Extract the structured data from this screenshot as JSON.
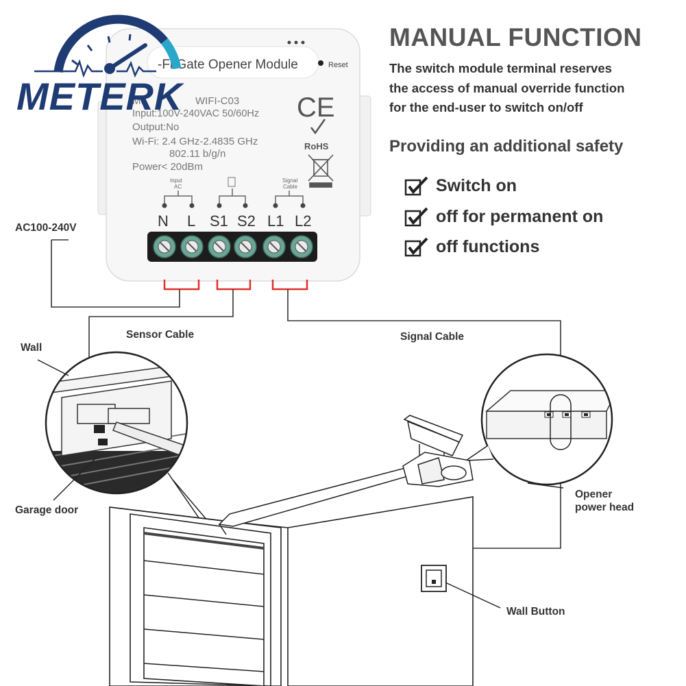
{
  "brand": {
    "name": "METERK"
  },
  "module": {
    "title": "-Fi Gate Opener Module",
    "reset_label": "Reset",
    "model_label": "Mo",
    "model_value": "WIFI-C03",
    "input_line": "Input:100V-240VAC 50/60Hz",
    "output_line": "Output:No",
    "wifi_line": "Wi-Fi: 2.4 GHz-2.4835 GHz",
    "wifi_line2": "802.11 b/g/n",
    "power_line": "Power< 20dBm",
    "ce_mark": "CE",
    "rohs_mark": "RoHS",
    "group_input": "Input",
    "group_input2": "AC",
    "group_signal": "Signal",
    "group_signal2": "Cable",
    "terminals": [
      "N",
      "L",
      "S1",
      "S2",
      "L1",
      "L2"
    ]
  },
  "heading": {
    "title": "MANUAL FUNCTION",
    "desc_lines": [
      "The switch module terminal reserves",
      "the access of manual override function",
      "for the end-user to switch on/off"
    ],
    "subtitle": "Providing an additional safety",
    "features": [
      "Switch on",
      "off for permanent on",
      "off functions"
    ]
  },
  "labels": {
    "ac": "AC100-240V",
    "sensor_cable": "Sensor Cable",
    "signal_cable": "Signal Cable",
    "wall": "Wall",
    "garage_door": "Garage door",
    "opener_line1": "Opener",
    "opener_line2": "power head",
    "wall_button": "Wall Button"
  },
  "colors": {
    "brand_blue": "#1f3b73",
    "terminal_green": "#6aa595",
    "wire_red": "#e0302a"
  }
}
